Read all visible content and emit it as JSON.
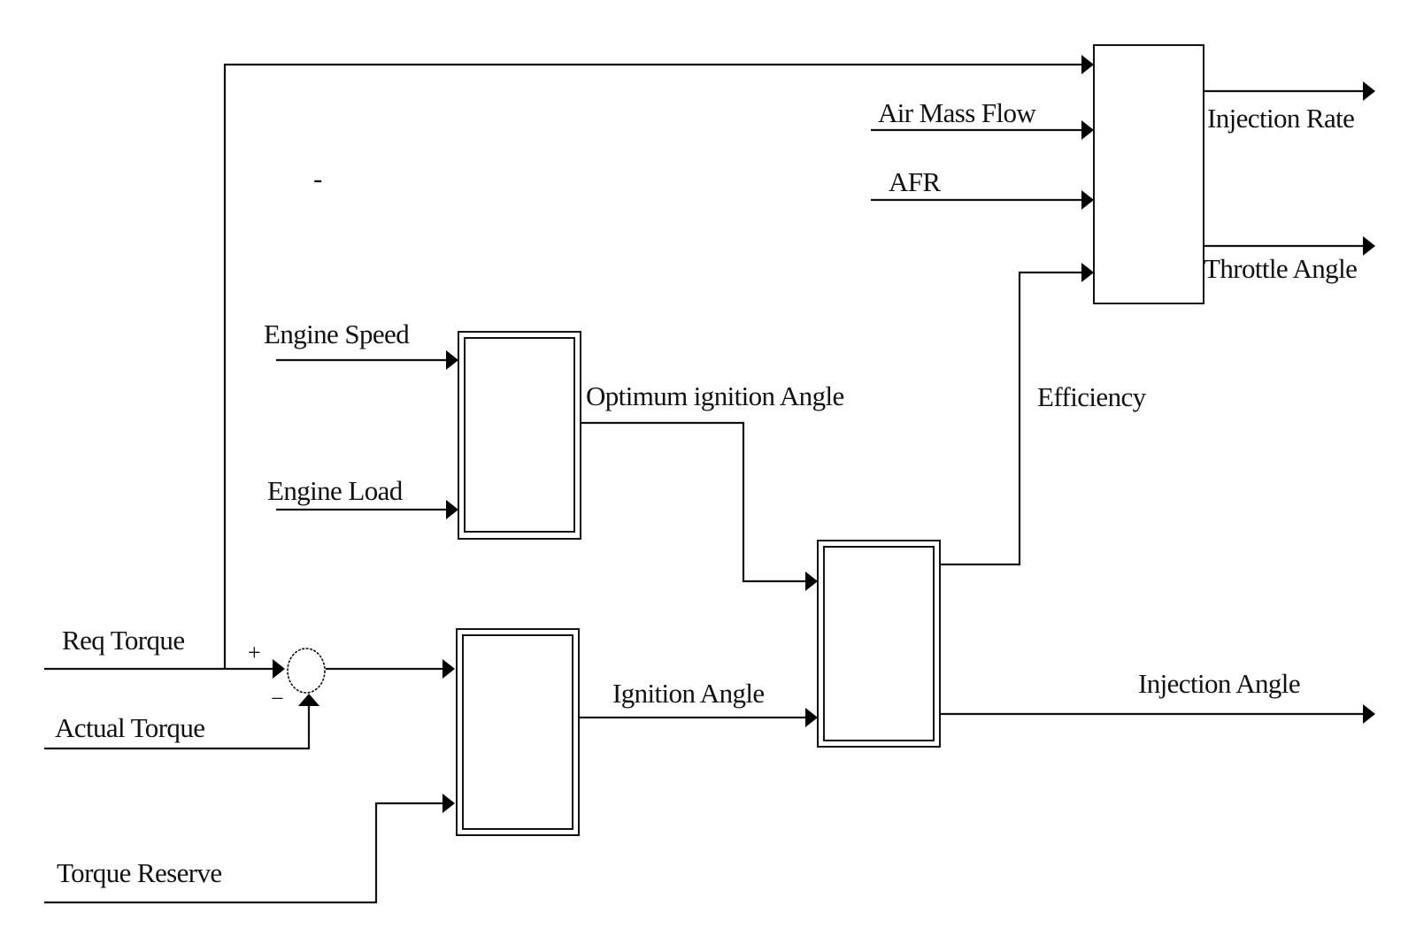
{
  "diagram": {
    "type": "block-diagram",
    "title": "",
    "signals": {
      "req_torque": "Req Torque",
      "actual_torque": "Actual Torque",
      "torque_reserve": "Torque Reserve",
      "engine_speed": "Engine Speed",
      "engine_load": "Engine Load",
      "optimum_ignition_angle": "Optimum ignition Angle",
      "ignition_angle": "Ignition Angle",
      "efficiency": "Efficiency",
      "injection_angle": "Injection Angle",
      "air_mass_flow": "Air Mass Flow",
      "afr": "AFR",
      "injection_rate": "Injection Rate",
      "throttle_angle": "Throttle Angle"
    },
    "summing_junction": {
      "plus_sign": "+",
      "minus_sign": "−"
    },
    "stray_mark": "-",
    "blocks": [
      {
        "id": "optimum-ignition-map",
        "inputs": [
          "Engine Speed",
          "Engine Load"
        ],
        "outputs": [
          "Optimum ignition Angle"
        ]
      },
      {
        "id": "ignition-controller",
        "inputs": [
          "Torque error (Req Torque - Actual Torque)",
          "Torque Reserve"
        ],
        "outputs": [
          "Ignition Angle"
        ]
      },
      {
        "id": "efficiency-block",
        "inputs": [
          "Optimum ignition Angle",
          "Ignition Angle"
        ],
        "outputs": [
          "Efficiency",
          "Injection Angle"
        ]
      },
      {
        "id": "fuel-air-block",
        "inputs": [
          "Req Torque",
          "Air Mass Flow",
          "AFR",
          "Efficiency"
        ],
        "outputs": [
          "Injection Rate",
          "Throttle Angle"
        ]
      }
    ]
  }
}
